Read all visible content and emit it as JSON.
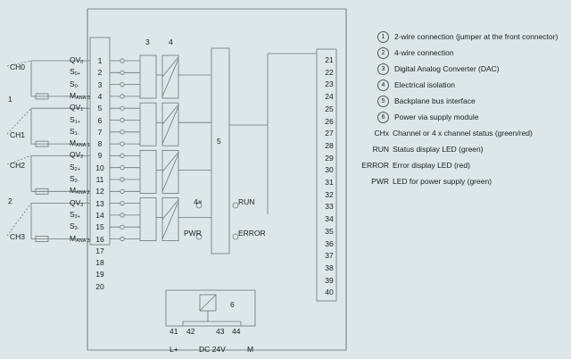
{
  "channels": [
    "CH0",
    "CH1",
    "CH2",
    "CH3"
  ],
  "pin_labels": [
    {
      "main": "QV",
      "sub": "0"
    },
    {
      "main": "S",
      "sub": "0+"
    },
    {
      "main": "S",
      "sub": "0-"
    },
    {
      "main": "M",
      "sub": "ANA 0"
    },
    {
      "main": "QV",
      "sub": "1"
    },
    {
      "main": "S",
      "sub": "1+"
    },
    {
      "main": "S",
      "sub": "1-"
    },
    {
      "main": "M",
      "sub": "ANA 1"
    },
    {
      "main": "QV",
      "sub": "2"
    },
    {
      "main": "S",
      "sub": "2+"
    },
    {
      "main": "S",
      "sub": "2-"
    },
    {
      "main": "M",
      "sub": "ANA 2"
    },
    {
      "main": "QV",
      "sub": "3"
    },
    {
      "main": "S",
      "sub": "3+"
    },
    {
      "main": "S",
      "sub": "3-"
    },
    {
      "main": "M",
      "sub": "ANA 3"
    }
  ],
  "left_terminals": [
    "1",
    "2",
    "3",
    "4",
    "5",
    "6",
    "7",
    "8",
    "9",
    "10",
    "11",
    "12",
    "13",
    "14",
    "15",
    "16",
    "17",
    "18",
    "19",
    "20"
  ],
  "right_terminals": [
    "21",
    "22",
    "23",
    "24",
    "25",
    "26",
    "27",
    "28",
    "29",
    "30",
    "31",
    "32",
    "33",
    "34",
    "35",
    "36",
    "37",
    "38",
    "39",
    "40"
  ],
  "callouts": {
    "c1": "1",
    "c2": "2",
    "c3": "3",
    "c4": "4",
    "c5": "5",
    "c6": "6"
  },
  "leds": {
    "four_x": "4×",
    "run": "RUN",
    "pwr": "PWR",
    "error": "ERROR"
  },
  "supply": {
    "t41": "41",
    "t42": "42",
    "t43": "43",
    "t44": "44",
    "l_plus": "L+",
    "dc": "DC 24V",
    "m": "M"
  },
  "legend": [
    {
      "key": "1",
      "type": "circle",
      "text": "2-wire connection (jumper at the front connector)"
    },
    {
      "key": "2",
      "type": "circle",
      "text": "4-wire connection"
    },
    {
      "key": "3",
      "type": "circle",
      "text": "Digital Analog Converter (DAC)"
    },
    {
      "key": "4",
      "type": "circle",
      "text": "Electrical isolation"
    },
    {
      "key": "5",
      "type": "circle",
      "text": "Backplane bus interface"
    },
    {
      "key": "6",
      "type": "circle",
      "text": "Power via supply module"
    },
    {
      "key": "CHx",
      "type": "text",
      "text": "Channel or 4 x channel status (green/red)"
    },
    {
      "key": "RUN",
      "type": "text",
      "text": "Status display LED (green)"
    },
    {
      "key": "ERROR",
      "type": "text",
      "text": "Error display LED (red)"
    },
    {
      "key": "PWR",
      "type": "text",
      "text": "LED for power supply (green)"
    }
  ]
}
